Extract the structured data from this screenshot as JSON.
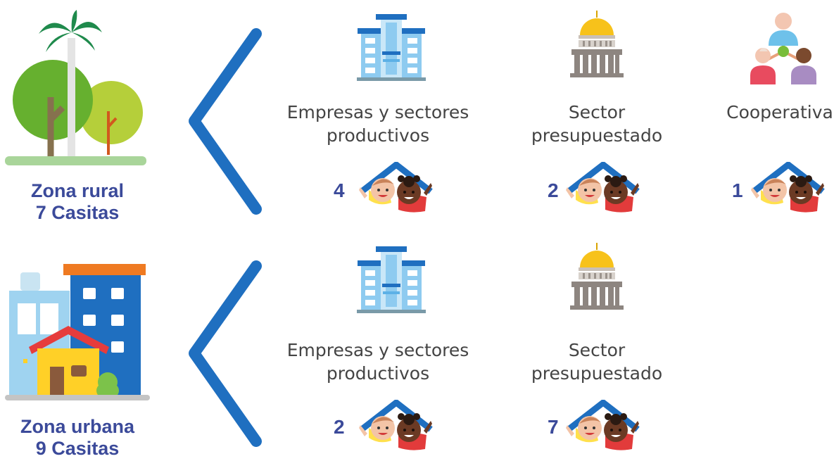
{
  "colors": {
    "title_blue": "#3b4a9a",
    "bracket_blue": "#1f6fc0",
    "text_gray": "#444444"
  },
  "zones": [
    {
      "id": "rural",
      "name": "Zona rural",
      "total": "7 Casitas",
      "icon": "trees-icon",
      "categories": [
        {
          "label_line1": "Empresas y sectores",
          "label_line2": "productivos",
          "count": "4",
          "icon": "office-building-icon"
        },
        {
          "label_line1": "Sector",
          "label_line2": "presupuestado",
          "count": "2",
          "icon": "government-capitol-icon"
        },
        {
          "label_line1": "Cooperativa",
          "label_line2": "",
          "count": "1",
          "icon": "cooperative-network-icon"
        }
      ]
    },
    {
      "id": "urbana",
      "name": "Zona urbana",
      "total": "9 Casitas",
      "icon": "city-buildings-icon",
      "categories": [
        {
          "label_line1": "Empresas y sectores",
          "label_line2": "productivos",
          "count": "2",
          "icon": "office-building-icon"
        },
        {
          "label_line1": "Sector",
          "label_line2": "presupuestado",
          "count": "7",
          "icon": "government-capitol-icon"
        }
      ]
    }
  ],
  "casita_icon": "casita-children-icon"
}
